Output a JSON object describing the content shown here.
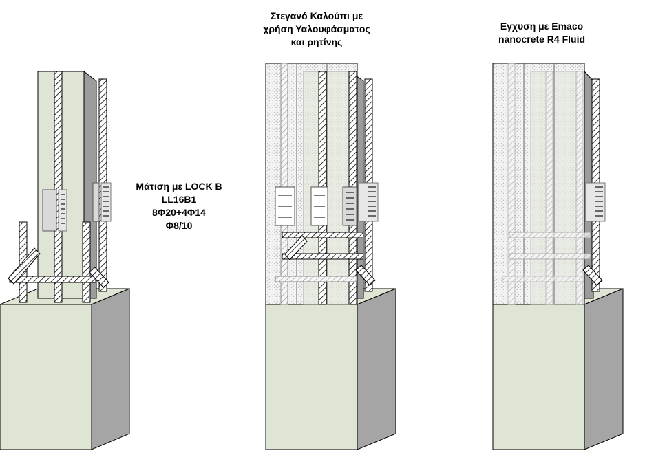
{
  "panels": [
    {
      "id": "rebar",
      "caption_lines": []
    },
    {
      "id": "formwork",
      "caption_lines": [
        "Στεγανό Καλούπι με",
        "χρήση Υαλουφάσματος",
        "και ρητίνης"
      ]
    },
    {
      "id": "grout",
      "caption_lines": [
        "Εγχυση με Emaco",
        "nanocrete R4 Fluid"
      ]
    }
  ],
  "splice_note": {
    "lines": [
      "Μάτιση με LOCK B",
      "LL16B1",
      "8Φ20+4Φ14",
      "Φ8/10"
    ]
  },
  "colors": {
    "concrete_front": "#dfe5d5",
    "concrete_shade": "#a5a5a5",
    "outline": "#000000",
    "formwork_fill": "#f2f2f2",
    "coupler_fill": "#d9d9d9"
  }
}
